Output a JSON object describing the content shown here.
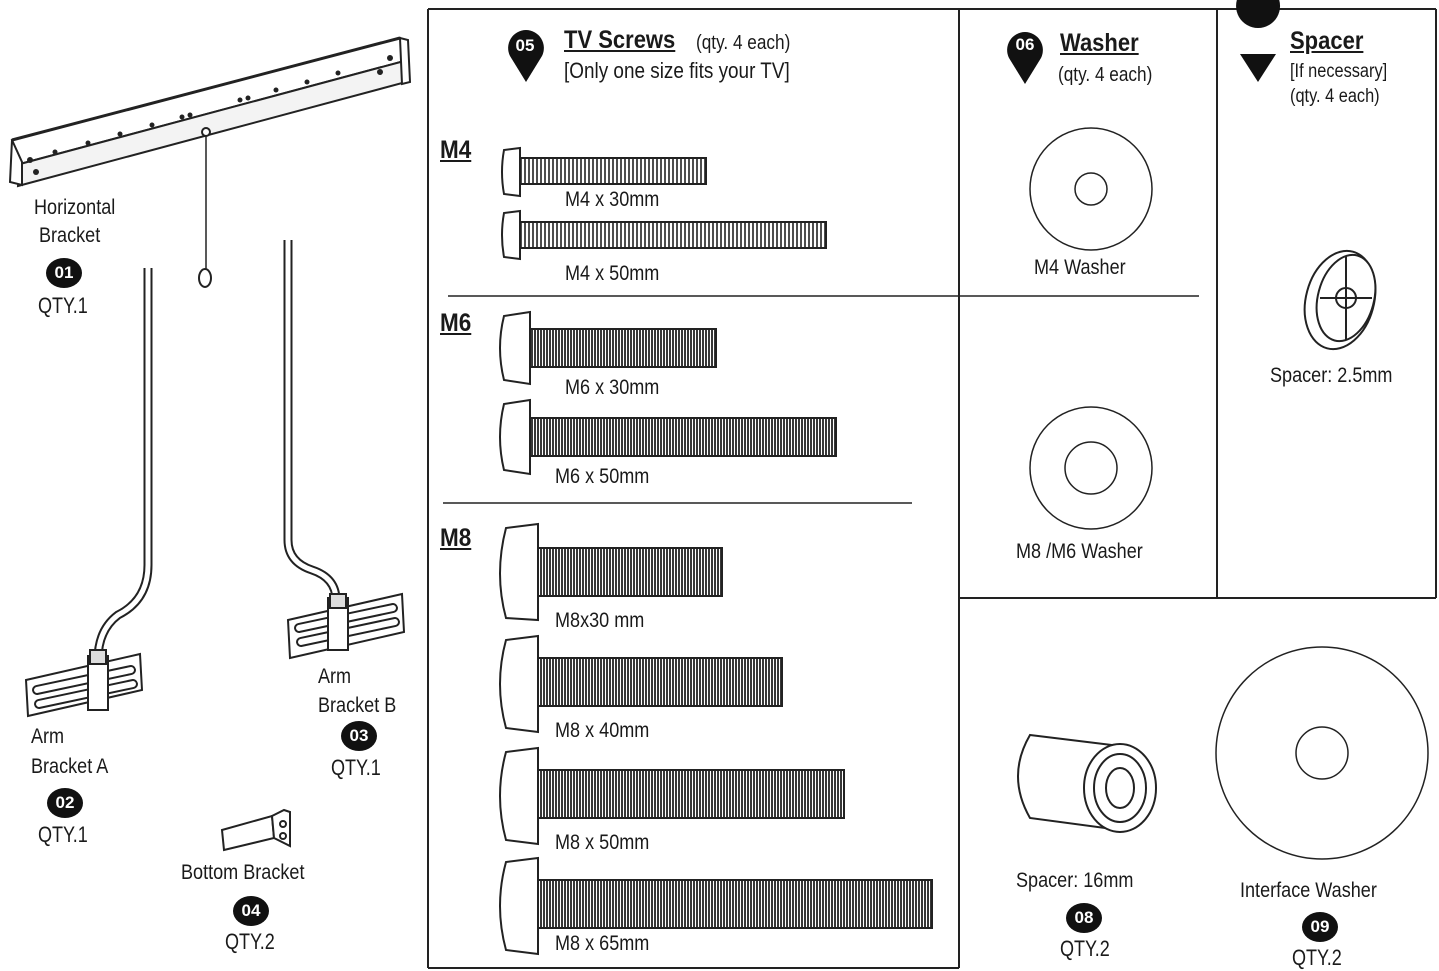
{
  "parts": {
    "horizontal_bracket": {
      "line1": "Horizontal",
      "line2": "Bracket",
      "num": "01",
      "qty": "QTY.1"
    },
    "arm_bracket_a": {
      "line1": "Arm",
      "line2": "Bracket A",
      "num": "02",
      "qty": "QTY.1"
    },
    "arm_bracket_b": {
      "line1": "Arm",
      "line2": "Bracket B",
      "num": "03",
      "qty": "QTY.1"
    },
    "bottom_bracket": {
      "label": "Bottom Bracket",
      "num": "04",
      "qty": "QTY.2"
    }
  },
  "screws": {
    "num": "05",
    "title": "TV Screws",
    "qty_note": "(qty. 4 each)",
    "note": "[Only one size fits your TV]",
    "groups": [
      {
        "size": "M4",
        "items": [
          "M4 x 30mm",
          "M4 x 50mm"
        ]
      },
      {
        "size": "M6",
        "items": [
          "M6 x 30mm",
          "M6 x 50mm"
        ]
      },
      {
        "size": "M8",
        "items": [
          "M8x30 mm",
          "M8 x 40mm",
          "M8 x 50mm",
          "M8 x 65mm"
        ]
      }
    ]
  },
  "washer": {
    "num": "06",
    "title": "Washer",
    "qty_note": "(qty. 4 each)",
    "items": [
      "M4  Washer",
      "M8 /M6 Washer"
    ]
  },
  "spacer": {
    "title": "Spacer",
    "note": "[If necessary]",
    "qty_note": "(qty. 4 each)",
    "item": "Spacer: 2.5mm"
  },
  "spacer16": {
    "label": "Spacer: 16mm",
    "num": "08",
    "qty": "QTY.2"
  },
  "interface_washer": {
    "label": "Interface Washer",
    "num": "09",
    "qty": "QTY.2"
  },
  "colors": {
    "ink": "#1a1a1a",
    "badge": "#111111",
    "paper": "#ffffff"
  }
}
